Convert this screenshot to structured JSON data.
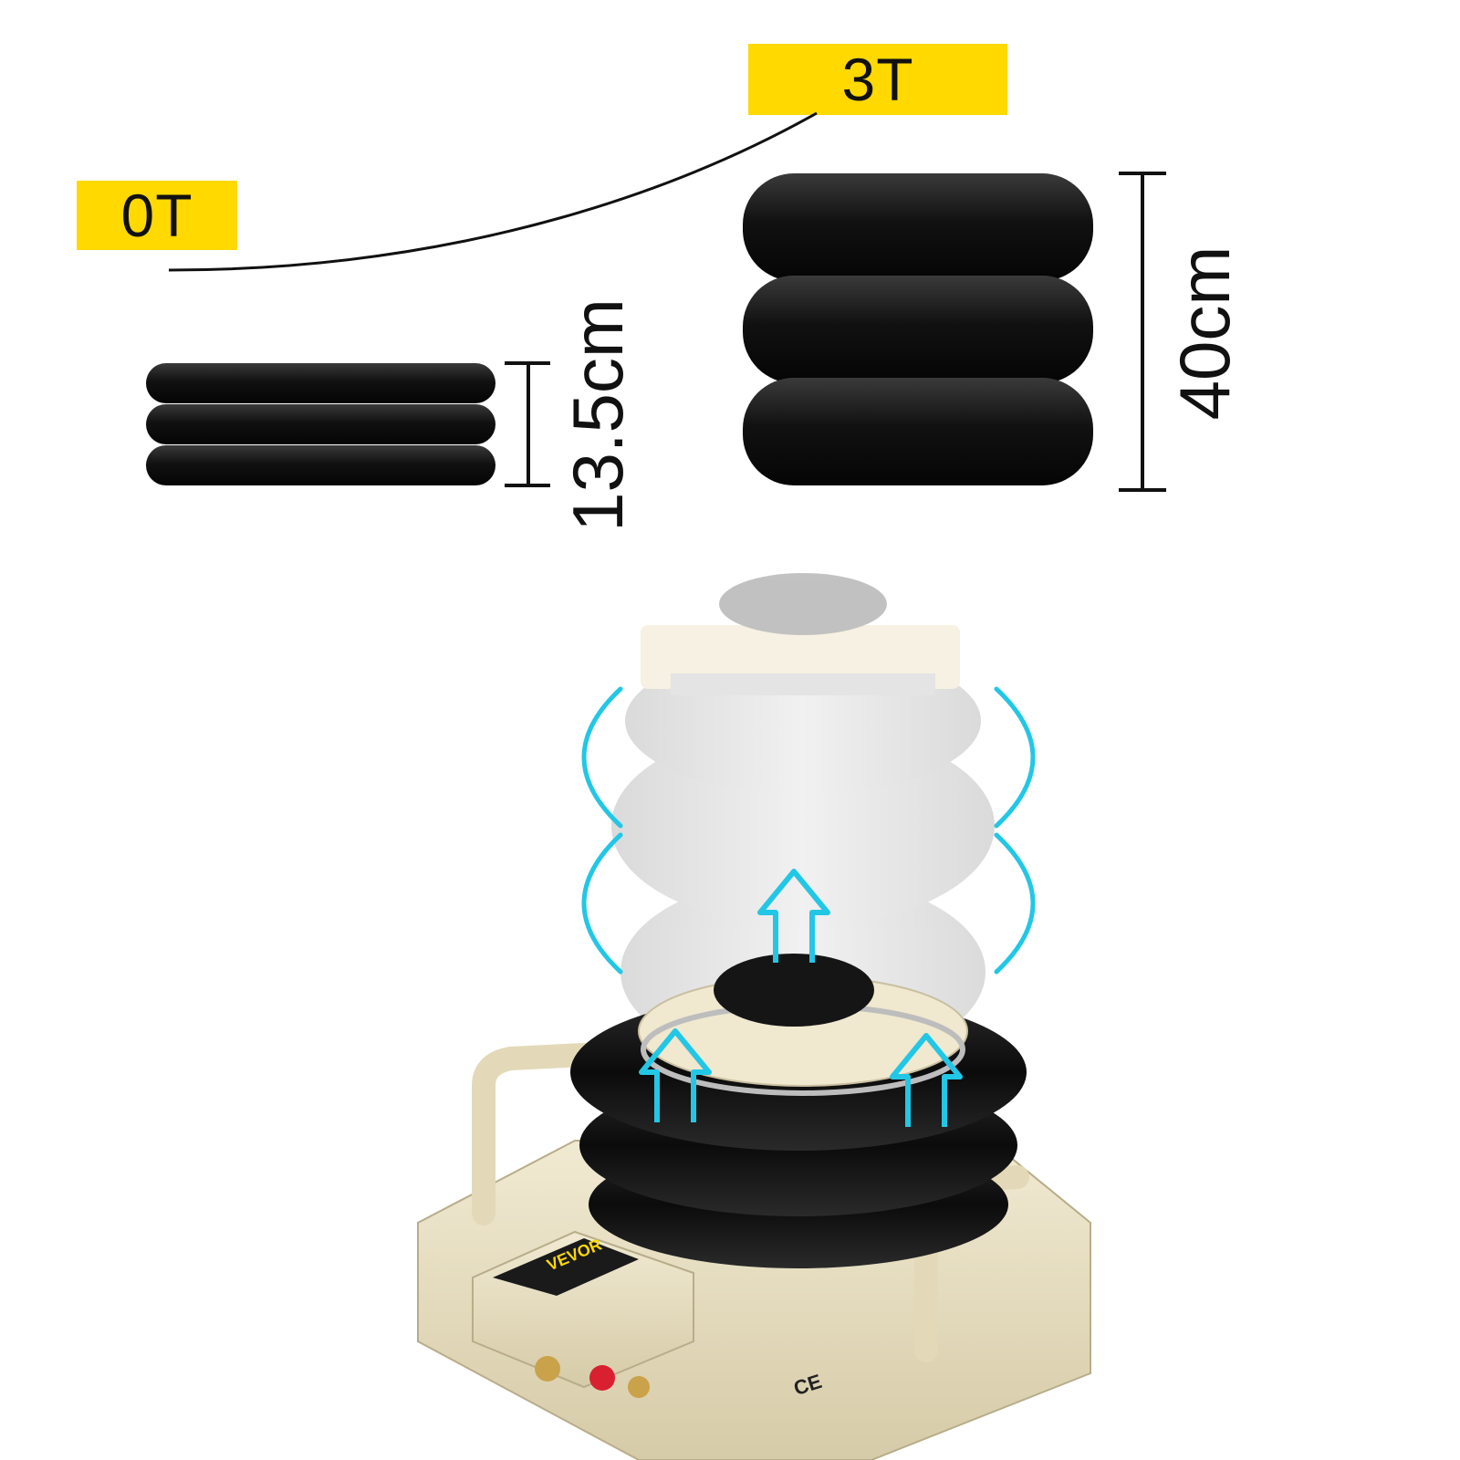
{
  "labels": {
    "min_load": "0T",
    "max_load": "3T"
  },
  "dimensions": {
    "collapsed_height": "13.5cm",
    "extended_height": "40cm"
  },
  "product": {
    "brand": "VEVOR",
    "certification_marks": "CE"
  },
  "colors": {
    "label_yellow": "#ffd900",
    "bellows_black": "#111111",
    "base_beige": "#e8e0c4",
    "arrow_cyan": "#22c7e6"
  }
}
